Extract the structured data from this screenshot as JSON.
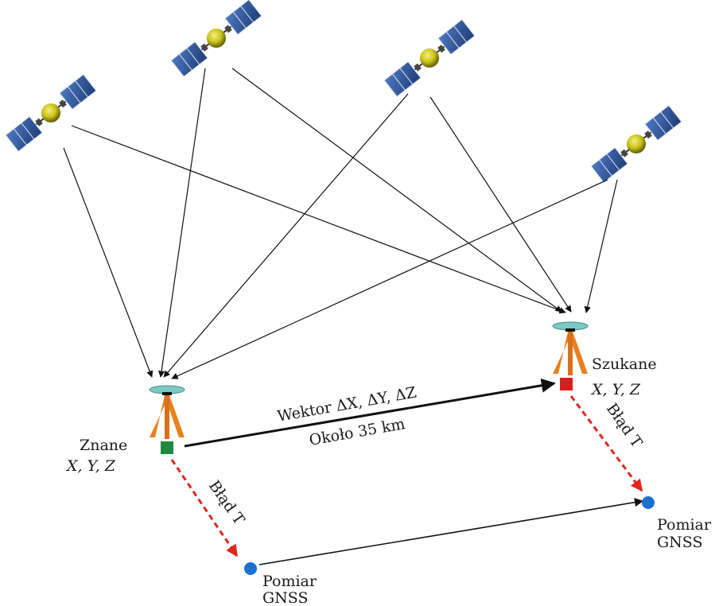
{
  "known_point": {
    "name": "Znane",
    "coords": "X, Y, Z"
  },
  "sought_point": {
    "name": "Szukane",
    "coords": "X, Y, Z"
  },
  "vector": {
    "label": "Wektor ΔX, ΔY, ΔZ",
    "distance": "Około 35 km"
  },
  "error_left": "Błąd T",
  "error_right": "Błąd T",
  "measurement_left": {
    "line1": "Pomiar",
    "line2": "GNSS"
  },
  "measurement_right": {
    "line1": "Pomiar",
    "line2": "GNSS"
  },
  "colors": {
    "known_marker": "#1f8a3c",
    "sought_marker": "#d62020",
    "gnss_point": "#1a6fd1",
    "error_arrow": "#e0251b",
    "satellite_panel": "#2a4f8c",
    "satellite_body": "#c9c21a",
    "tripod": "#e8801e",
    "antenna": "#7ec8c4"
  }
}
